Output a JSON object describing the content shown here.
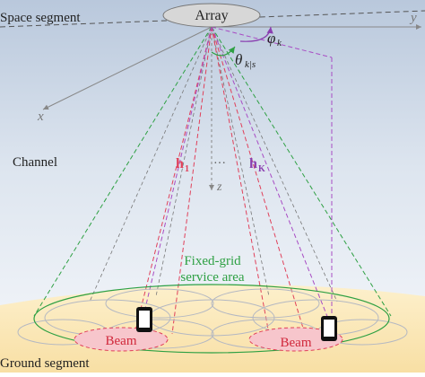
{
  "labels": {
    "space_segment": "Space segment",
    "array": "Array",
    "y_axis": "y",
    "x_axis": "x",
    "z_axis": "z",
    "phi": "φ",
    "phi_sub": "k",
    "theta": "θ",
    "theta_sub": "k|s",
    "channel": "Channel",
    "h1": "h",
    "h1_sub": "1",
    "dots": "···",
    "hK": "h",
    "hK_sub": "K",
    "service_area_line1": "Fixed-grid",
    "service_area_line2": "service area",
    "beam_left": "Beam",
    "beam_right": "Beam",
    "ground_segment": "Ground segment"
  },
  "colors": {
    "sky_top": "#bfcde0",
    "sky_bottom": "#f4f7fb",
    "ground": "#fbe7b5",
    "coverage": "#2ea043",
    "beam_fill": "#f7c6cc",
    "beam_text": "#d0273a",
    "user1_link": "#e0405a",
    "userK_link": "#a84cc4",
    "service_text": "#2ea043",
    "axis": "#888888",
    "grid_cells": "#b9bcc4"
  },
  "icons": [
    "satellite-array-icon",
    "smartphone-icon"
  ]
}
